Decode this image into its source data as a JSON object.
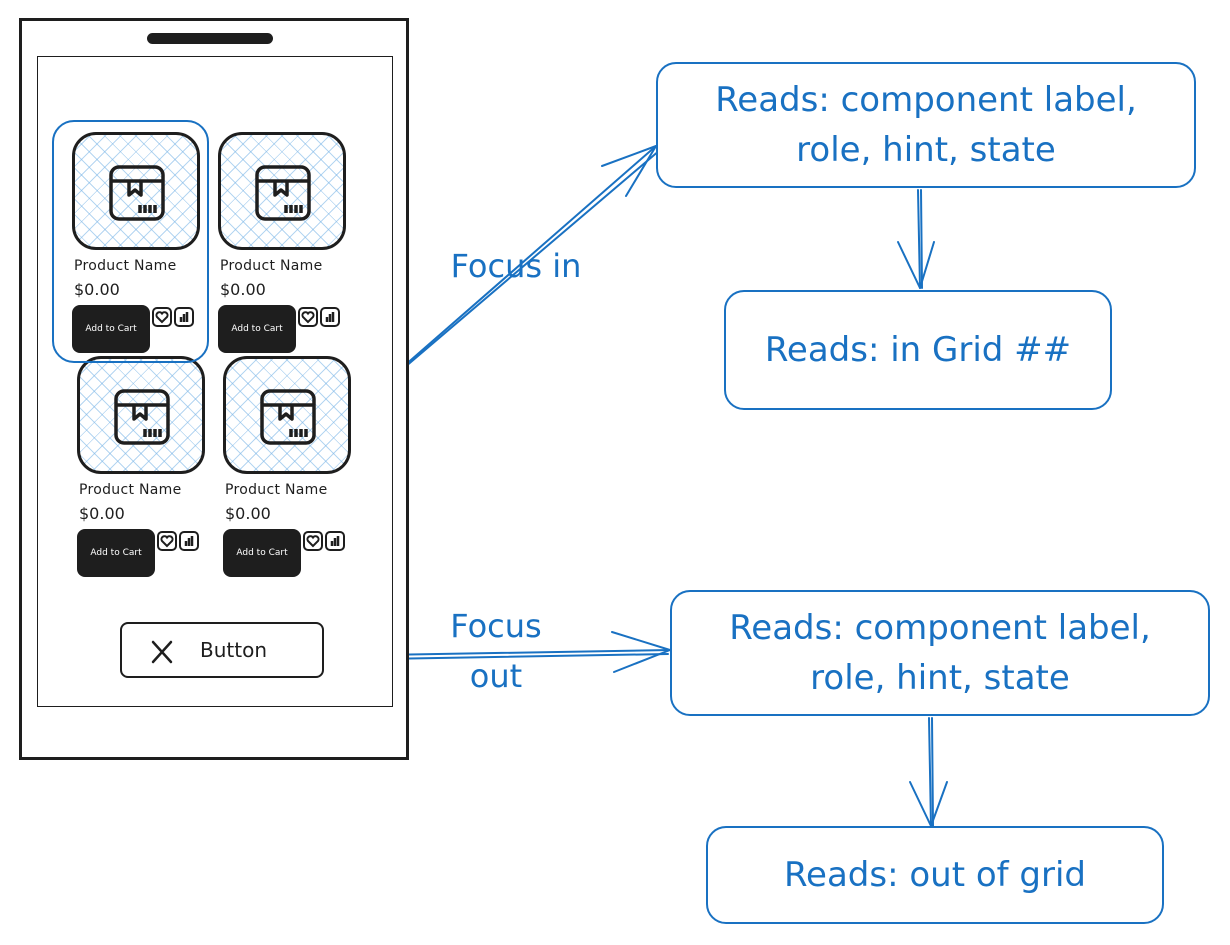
{
  "phone": {
    "products": [
      {
        "name": "Product Name",
        "price": "$0.00",
        "button": "Add to Cart"
      },
      {
        "name": "Product Name",
        "price": "$0.00",
        "button": "Add to Cart"
      },
      {
        "name": "Product Name",
        "price": "$0.00",
        "button": "Add to Cart"
      },
      {
        "name": "Product Name",
        "price": "$0.00",
        "button": "Add to Cart"
      }
    ],
    "button_label": "Button"
  },
  "flow": {
    "focus_in_label": "Focus in",
    "focus_out_label_1": "Focus",
    "focus_out_label_2": "out",
    "focus_in_read_1": "Reads: component label, role, hint, state",
    "focus_in_read_2": "Reads: in Grid ##",
    "focus_out_read_1": "Reads: component label, role, hint, state",
    "focus_out_read_2": "Reads: out of grid"
  },
  "colors": {
    "ink": "#1e1e1e",
    "accent": "#1971c2",
    "hatch": "#a5d8ff"
  },
  "icons": [
    "package-icon",
    "heart-icon",
    "bar-chart-icon",
    "close-x-icon",
    "arrow-icon"
  ]
}
